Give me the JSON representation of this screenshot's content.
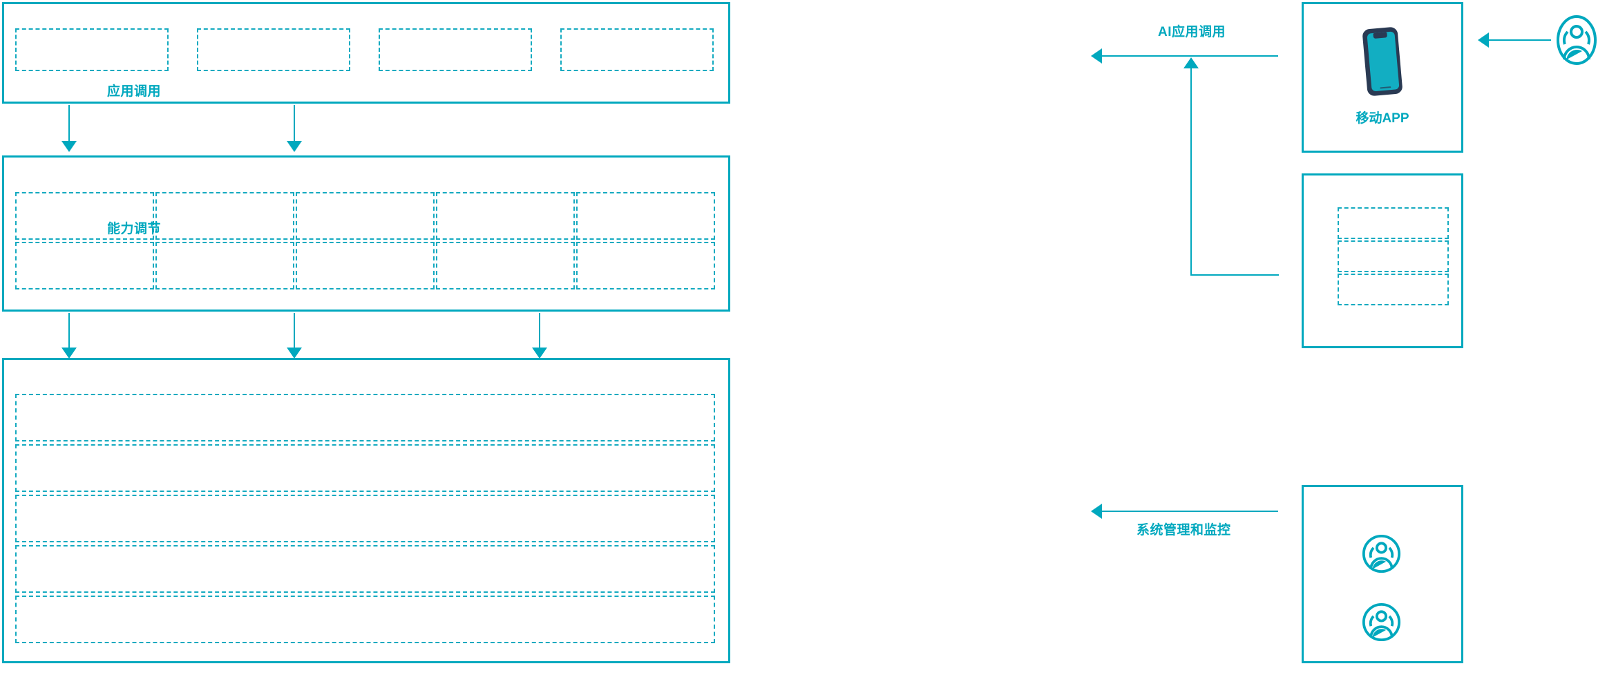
{
  "theme": {
    "accent": "#00A8BE",
    "dash_accent": "#14AAC0",
    "phone_body": "#2A3A53",
    "phone_screen": "#12AEC2",
    "background": "#FFFFFF"
  },
  "flow_labels": {
    "app_call": "应用调用",
    "capability_adjust": "能力调节",
    "ai_app_call": "AI应用调用",
    "system_manage_monitor": "系统管理和监控"
  },
  "layers": {
    "application_layer": {
      "name": "application-layer",
      "slots": [
        "",
        "",
        "",
        ""
      ]
    },
    "capability_layer": {
      "name": "capability-layer",
      "columns": 5,
      "rows": 2,
      "slots": [
        "",
        "",
        "",
        "",
        "",
        "",
        "",
        "",
        "",
        ""
      ]
    },
    "platform_layer": {
      "name": "platform-layer",
      "slots": [
        "",
        "",
        "",
        "",
        ""
      ]
    }
  },
  "right_panel": {
    "mobile_app": {
      "label": "移动APP",
      "icon": "smartphone-icon"
    },
    "channel_panel": {
      "name": "channel-panel",
      "slots": [
        "",
        "",
        ""
      ]
    },
    "admin_panel": {
      "name": "admin-panel",
      "icons": [
        "users-group-icon",
        "users-group-icon"
      ]
    },
    "external_user": {
      "icon": "users-group-icon"
    }
  }
}
